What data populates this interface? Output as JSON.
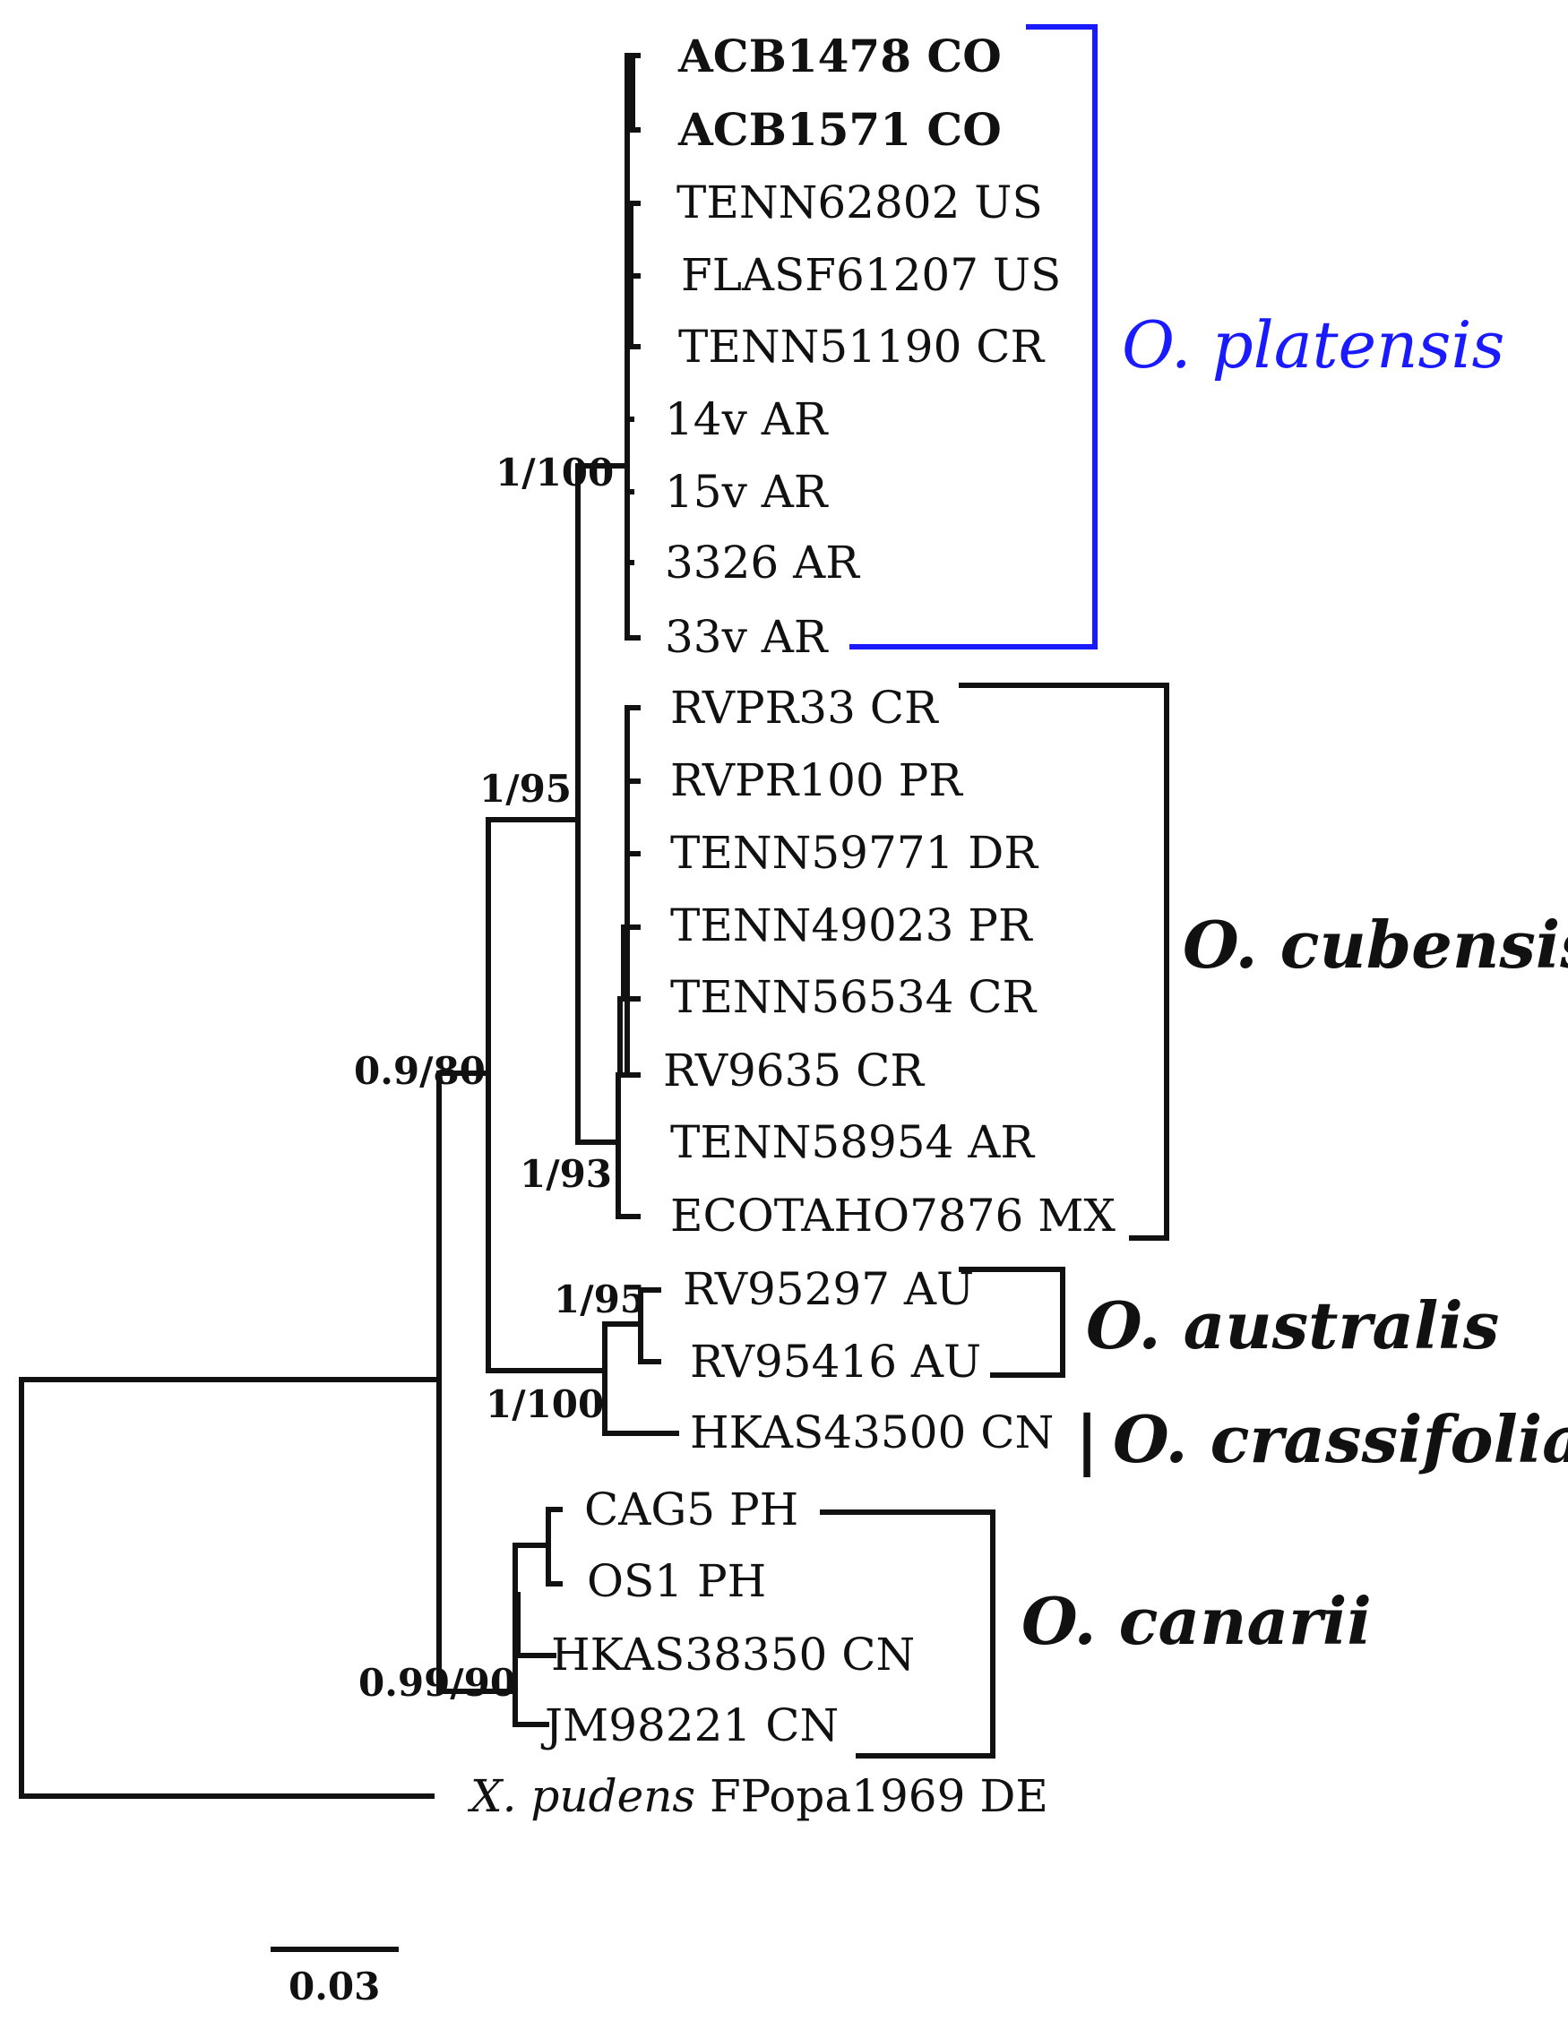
{
  "tips": [
    {
      "id": "acb1478",
      "label": "ACB1478 CO",
      "bold": true
    },
    {
      "id": "acb1571",
      "label": "ACB1571 CO",
      "bold": true
    },
    {
      "id": "tenn62802",
      "label": "TENN62802 US"
    },
    {
      "id": "flasf61207",
      "label": "FLASF61207 US"
    },
    {
      "id": "tenn51190",
      "label": "TENN51190 CR"
    },
    {
      "id": "v14",
      "label": "14v AR"
    },
    {
      "id": "v15",
      "label": "15v AR"
    },
    {
      "id": "n3326",
      "label": "3326 AR"
    },
    {
      "id": "v33",
      "label": "33v AR"
    },
    {
      "id": "rvpr33",
      "label": "RVPR33 CR"
    },
    {
      "id": "rvpr100",
      "label": "RVPR100 PR"
    },
    {
      "id": "tenn59771",
      "label": "TENN59771 DR"
    },
    {
      "id": "tenn49023",
      "label": "TENN49023 PR"
    },
    {
      "id": "tenn56534",
      "label": "TENN56534 CR"
    },
    {
      "id": "rv9635",
      "label": "RV9635 CR"
    },
    {
      "id": "tenn58954",
      "label": "TENN58954 AR"
    },
    {
      "id": "ecotaho7876",
      "label": "ECOTAHO7876 MX"
    },
    {
      "id": "rv95297",
      "label": "RV95297 AU"
    },
    {
      "id": "rv95416",
      "label": "RV95416 AU"
    },
    {
      "id": "hkas43500",
      "label": "HKAS43500 CN"
    },
    {
      "id": "cag5",
      "label": "CAG5 PH"
    },
    {
      "id": "os1",
      "label": "OS1 PH"
    },
    {
      "id": "hkas38350",
      "label": "HKAS38350 CN"
    },
    {
      "id": "jm98221",
      "label": "JM98221 CN"
    },
    {
      "id": "outgroup",
      "label_italic": "X. pudens",
      "label": " FPopa1969 DE"
    }
  ],
  "supports": {
    "platensis": "1/100",
    "cubensis_platensis": "1/95",
    "ingroup_main": "0.9/80",
    "cubensis_sub": "1/93",
    "australis": "1/95",
    "australis_crassifolia": "1/100",
    "canarii": "0.99/90"
  },
  "clades": {
    "platensis": "O. platensis",
    "cubensis": "O. cubensis",
    "australis": "O. australis",
    "crassifolia": "O. crassifolia",
    "canarii": "O. canarii"
  },
  "crassifolia_bar": "|",
  "scale_bar": {
    "label": "0.03",
    "value": 0.03
  },
  "colors": {
    "highlight": "#1a1aff",
    "branch": "#111111"
  }
}
